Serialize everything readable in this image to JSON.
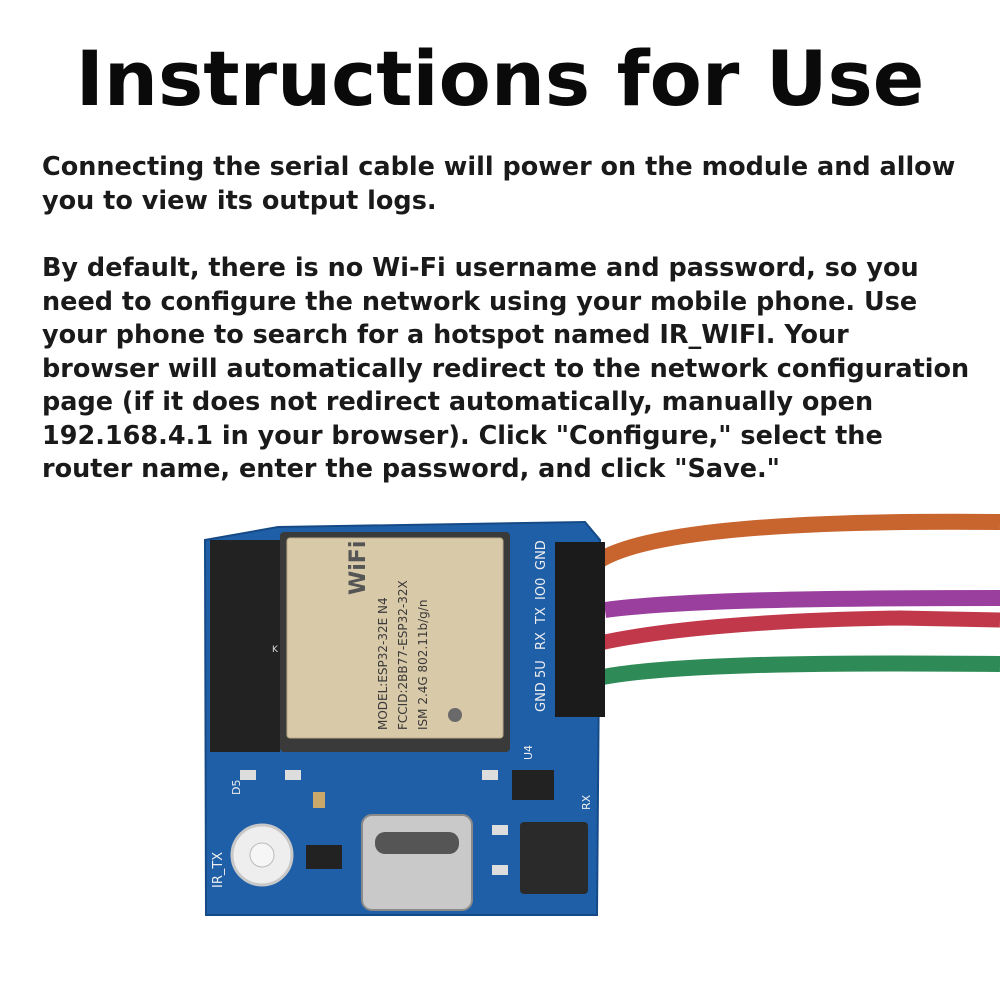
{
  "heading": "Instructions for Use",
  "paragraphs": [
    "Connecting the serial cable will power on the module and allow you to view its output logs.",
    "By default, there is no Wi-Fi username and password, so you need to configure the network using your mobile phone. Use your phone to search for a hotspot named IR_WIFI. Your browser will automatically redirect to the network configuration page (if it does not redirect automatically, manually open 192.168.4.1 in your browser). Click \"Configure,\" select the router name, enter the password, and click \"Save.\""
  ],
  "board": {
    "module_lines": [
      "MODEL:ESP32-32E  N4",
      "FCCID:2BB77-ESP32-32X",
      "ISM 2.4G 802.11b/g/n"
    ],
    "wifi_logo": "WiFi",
    "pin_labels": [
      "GND",
      "5U",
      "RX",
      "TX",
      "IO0",
      "GND"
    ],
    "silkscreen": {
      "ir_tx": "IR_TX",
      "rx": "RX",
      "u4": "U4",
      "d5": "D5",
      "k": "K"
    }
  },
  "wire_colors": [
    "#c8642e",
    "#9a3f9e",
    "#c0384a",
    "#2e8b57"
  ],
  "colors": {
    "pcb": "#1f5fa8",
    "module": "#d8c9a8",
    "antenna": "#222222"
  }
}
